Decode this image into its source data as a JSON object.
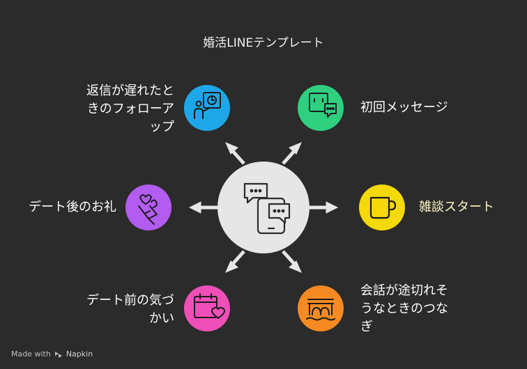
{
  "title": "婚活LINEテンプレート",
  "center": {
    "icon": "chat-bubbles-phone-icon"
  },
  "nodes": [
    {
      "id": "late-reply",
      "label": "返信が遅れたと\nきのフォローア\nップ",
      "color": "#1ea7e8",
      "icon": "person-clock-board-icon"
    },
    {
      "id": "first-message",
      "label": "初回メッセージ",
      "color": "#2fcf7f",
      "icon": "chat-window-icon"
    },
    {
      "id": "after-date",
      "label": "デート後のお礼",
      "color": "#b35cf0",
      "icon": "bouquet-icon"
    },
    {
      "id": "small-talk",
      "label": "雑談スタート",
      "color": "#f5d90a",
      "icon": "mug-icon"
    },
    {
      "id": "before-date",
      "label": "デート前の気づ\nかい",
      "color": "#f04fb8",
      "icon": "calendar-heart-icon"
    },
    {
      "id": "reconnect",
      "label": "会話が途切れそ\nうなときのつな\nぎ",
      "color": "#f58a22",
      "icon": "bridge-icon"
    }
  ],
  "colors": {
    "background": "#2b2b2b",
    "hub": "#e6e6e6",
    "arrow": "#e6e6e6",
    "small_talk_label": "#fff9c4"
  },
  "footer": {
    "prefix": "Made with",
    "brand": "Napkin",
    "icon": "napkin-logo-icon"
  }
}
